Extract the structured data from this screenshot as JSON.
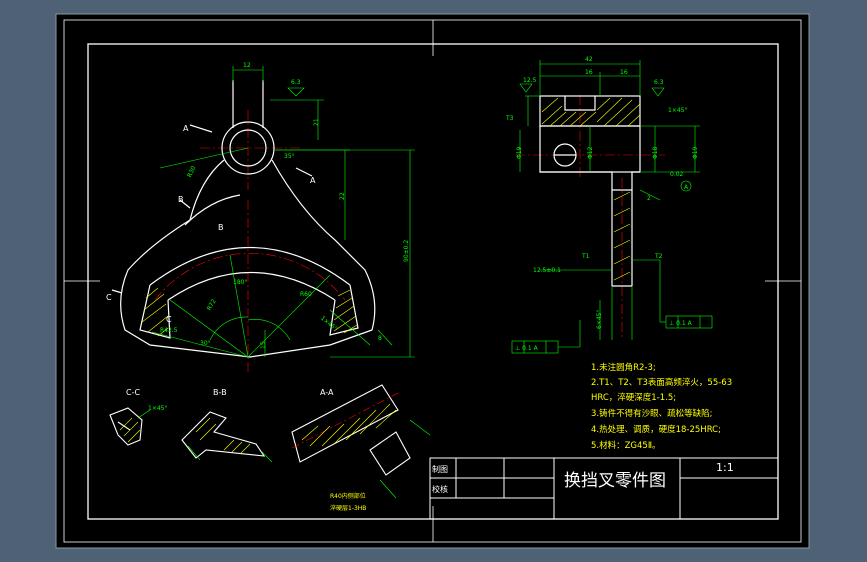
{
  "colors": {
    "background": "#4f6174",
    "paper": "#000000",
    "frame": "#ffffff",
    "part": "#ffffff",
    "dimension": "#00ff00",
    "centerline": "#ff0000",
    "hatch": "#ffff00",
    "note": "#ffff00"
  },
  "front_view": {
    "dims": {
      "top_width": "12",
      "boss_height": "21",
      "roughness": "6.3",
      "angle_top": "35°",
      "radius_r": "R30",
      "vertical_mid": "22",
      "vertical_long": "90±0.2",
      "arc_r": "R60",
      "angle_center": "180°",
      "angle_small": "30°",
      "r_inner": "R42.5",
      "r_outer": "R72",
      "slot_width": "15",
      "side": "8",
      "corner": "1×45°"
    },
    "labels": {
      "section_a_top": "A",
      "section_a_right": "A",
      "section_b_mark": "B",
      "section_b_mark2": "B",
      "section_c_left": "C",
      "section_c_inner": "C"
    }
  },
  "side_view": {
    "dims": {
      "total_width": "42",
      "seg_left": "16",
      "seg_right": "16",
      "height_top": "12.5",
      "roughness_right": "6.3",
      "chamfer": "1×45°",
      "t3_label": "T3",
      "dia_left": "Φ19",
      "dia_mid": "Φ12",
      "dia_right": "Φ18",
      "dia_far_right": "Φ19",
      "tolerance": "0.02",
      "mark_a": "A",
      "mark_2": "2",
      "t1_label": "T1",
      "t2_label": "T2",
      "width_label": "12.5±0.1",
      "height_side": "6×45°",
      "frame_left": "⊥ 0.1 A",
      "frame_right": "⊥ 0.1 A"
    }
  },
  "notes": [
    "1.未注圆角R2-3;",
    "2.T1、T2、T3表面高频淬火，55-63",
    "HRC，淬硬深度1-1.5;",
    "3.铸件不得有沙眼、疏松等缺陷;",
    "4.热处理、调质，硬度18-25HRC;",
    "5.材料：ZG45Ⅱ。"
  ],
  "sections": {
    "cc_title": "C-C",
    "cc_dim": "1×45°",
    "bb_title": "B-B",
    "aa_title": "A-A",
    "aa_note_1": "R40内侧部位",
    "aa_note_2": "淬硬层1-3HB"
  },
  "title_block": {
    "drawn": "制图",
    "checked": "校核",
    "drawing_title": "换挡叉零件图",
    "scale": "1:1"
  }
}
